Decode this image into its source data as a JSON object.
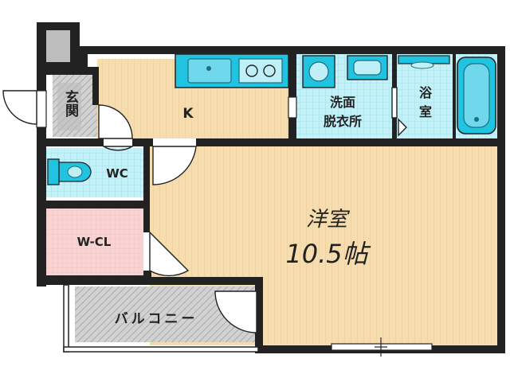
{
  "rooms": {
    "entrance": "玄関",
    "kitchen": "K",
    "washroom_line1": "洗面",
    "washroom_line2": "脱衣所",
    "bath_line1": "浴",
    "bath_line2": "室",
    "toilet": "WC",
    "closet": "W-CL",
    "balcony": "バルコニー",
    "western_room": "洋室",
    "western_room_size": "10.5帖"
  },
  "colors": {
    "wall": "#222222",
    "floor_wood": "#f6ddb0",
    "tile_cyan": "#bfeff7",
    "fixture_cyan": "#21c4e0",
    "closet_pink": "#f8d3d3",
    "balcony_gray": "#cfcfcf"
  }
}
